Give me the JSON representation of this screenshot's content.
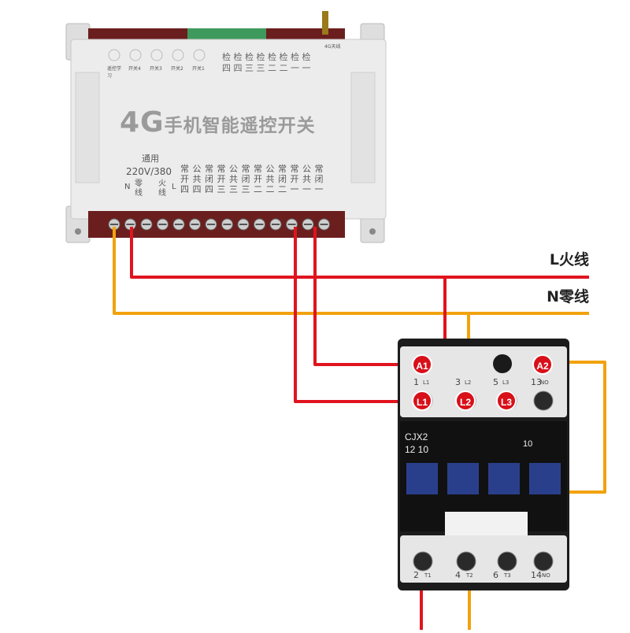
{
  "module": {
    "title_4g": "4G",
    "title_rest": "手机智能遥控开关",
    "antenna_label": "4G天线",
    "top_labels": [
      "遥控学习",
      "开关4",
      "开关3",
      "开关2",
      "开关1"
    ],
    "check_cols": [
      "检四",
      "检四",
      "检三",
      "检三",
      "检二",
      "检二",
      "检一",
      "检一"
    ],
    "voltage_line1": "通用",
    "voltage_line2": "220V/380",
    "n_label": "N",
    "l_label": "L",
    "zero_line": "零线",
    "fire_line": "火线",
    "terminal_groups": [
      "常开四",
      "公共四",
      "常闭四",
      "常开三",
      "公共三",
      "常闭三",
      "常开二",
      "公共二",
      "常闭二",
      "常开一",
      "公共一",
      "常闭一"
    ]
  },
  "lines": {
    "l_line": "L火线",
    "n_line": "N零线"
  },
  "contactor": {
    "model_line1": "CJX2",
    "model_line2": "12 10",
    "side_label": "10",
    "top_terminal_nums": [
      "1",
      "3",
      "5",
      "13"
    ],
    "top_terminal_sub": [
      "L1",
      "L2",
      "L3",
      "NO"
    ],
    "bottom_terminal_nums": [
      "2",
      "4",
      "6",
      "14"
    ],
    "bottom_terminal_sub": [
      "T1",
      "T2",
      "T3",
      "NO"
    ],
    "badges": [
      "A1",
      "A2",
      "L1",
      "L2",
      "L3"
    ]
  },
  "colors": {
    "live_wire": "#e0141e",
    "neutral_wire": "#f2a20e",
    "module_body": "#ececec",
    "contactor_body": "#1c1c1c",
    "badge": "#d8101a"
  }
}
